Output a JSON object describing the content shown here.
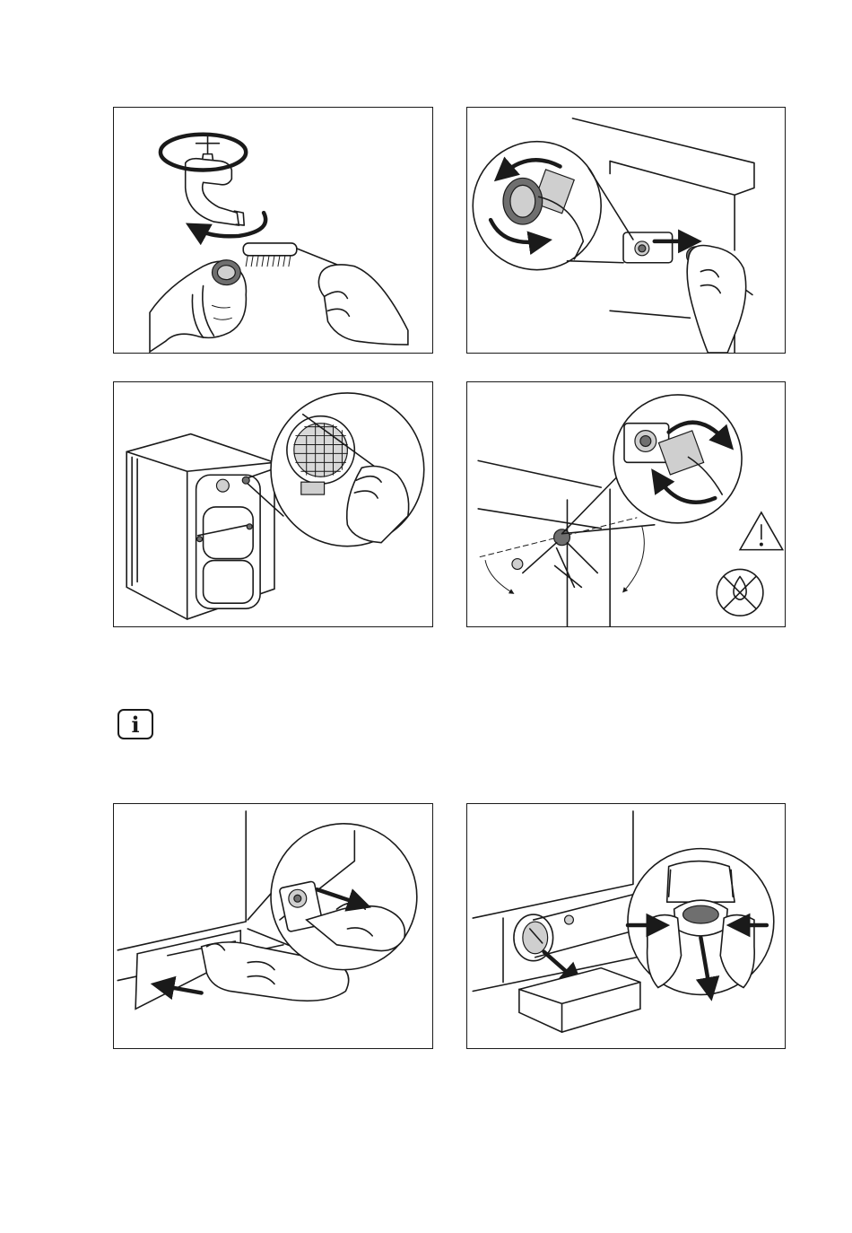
{
  "illustrations": [
    {
      "id": "tap-aerator-cleaning",
      "icon": "tap-and-brush-illustration"
    },
    {
      "id": "hose-disconnect-from-valve",
      "icon": "hose-valve-illustration"
    },
    {
      "id": "inlet-filter-cleaning",
      "icon": "filter-brush-illustration"
    },
    {
      "id": "hose-reconnect-to-valve",
      "icon": "hose-angle-warning-illustration"
    },
    {
      "id": "pump-flap-open",
      "icon": "pump-flap-illustration"
    },
    {
      "id": "pump-filter-remove",
      "icon": "pump-filter-illustration"
    }
  ],
  "info_icon": {
    "glyph": "i",
    "icon": "information-icon"
  },
  "colors": {
    "line": "#1a1a1a",
    "dark_fill": "#6f6f6f",
    "light_fill": "#cfcfcf",
    "background": "#ffffff"
  }
}
